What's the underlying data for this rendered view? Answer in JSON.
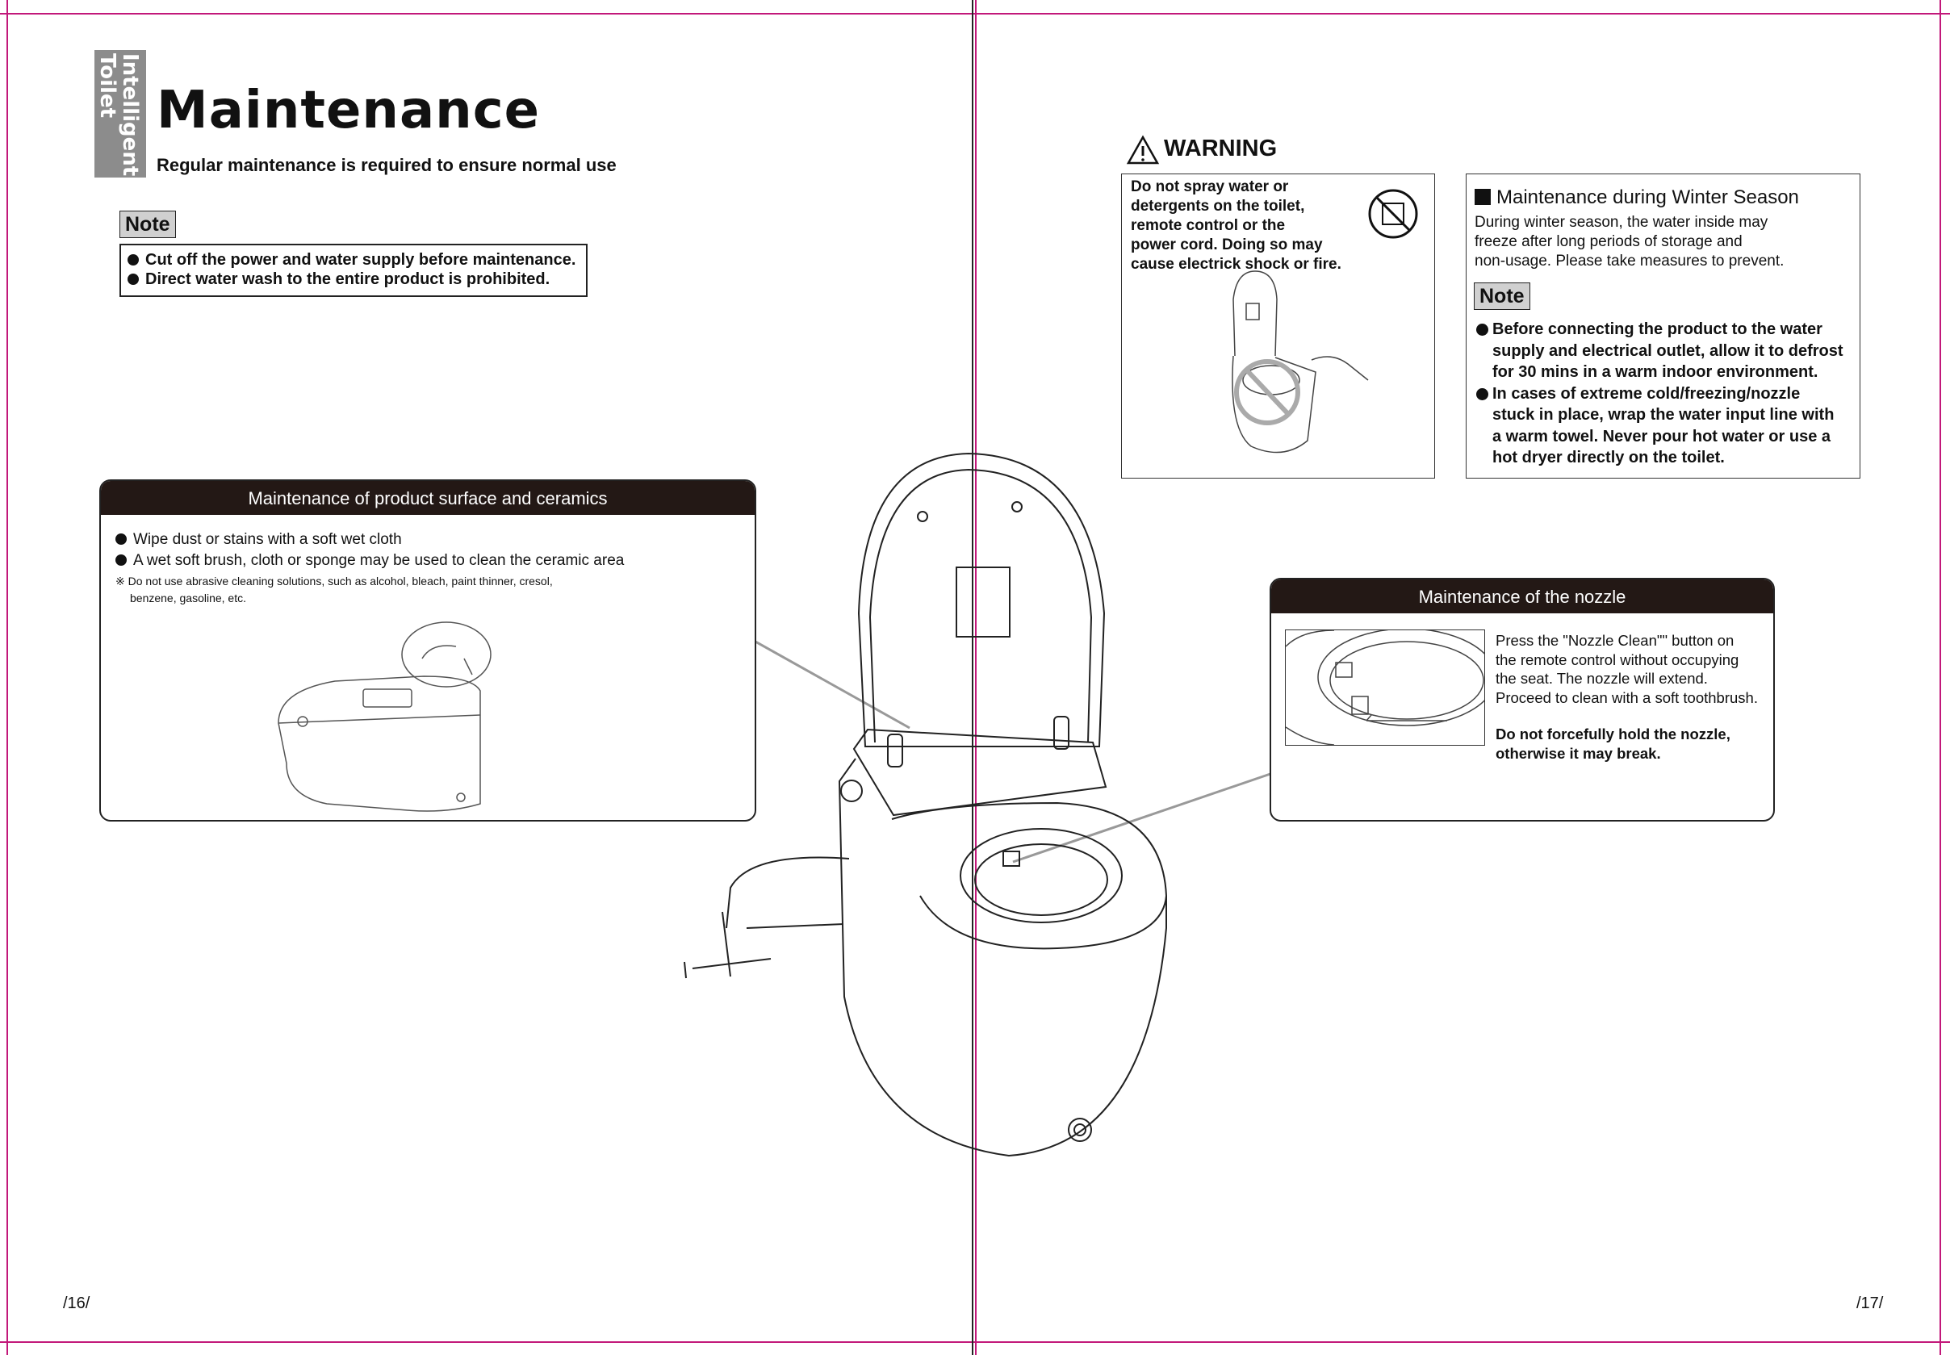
{
  "header": {
    "side_tab": "Intelligent Toilet",
    "title": "Maintenance",
    "subtitle": "Regular maintenance is required to ensure normal use"
  },
  "left_note": {
    "tag": "Note",
    "items": [
      "Cut off the power and water supply before maintenance.",
      "Direct water wash to the entire product is prohibited."
    ]
  },
  "surface_panel": {
    "title": "Maintenance of product surface and ceramics",
    "items": [
      "Wipe dust or stains with a soft wet cloth",
      "A wet soft brush, cloth or sponge may be used to clean the ceramic area"
    ],
    "caution_line1": "※ Do not use abrasive cleaning solutions, such as alcohol, bleach, paint thinner, cresol,",
    "caution_line2": "benzene, gasoline, etc."
  },
  "warning": {
    "title": "WARNING",
    "lines": [
      "Do not spray water or",
      "detergents on the toilet,",
      "remote control or the",
      "power cord. Doing so may",
      "cause electrick shock or fire."
    ]
  },
  "winter": {
    "title": "Maintenance during Winter Season",
    "lines": [
      "During winter season, the water inside may",
      "freeze after long periods of storage and",
      "non-usage. Please take measures to prevent."
    ],
    "note_tag": "Note",
    "note1": [
      "Before connecting the product to the water",
      "supply and electrical outlet, allow it to defrost",
      "for 30 mins in a warm indoor environment."
    ],
    "note2": [
      "In cases of extreme cold/freezing/nozzle",
      "stuck in place, wrap the water input line with",
      "a warm towel. Never pour hot water or use a",
      "hot dryer directly on the toilet."
    ]
  },
  "nozzle_panel": {
    "title": "Maintenance of the nozzle",
    "lines": [
      "Press the \"Nozzle Clean\"\" button on",
      "the remote control without occupying",
      "the seat. The nozzle will extend.",
      "Proceed to clean with a soft toothbrush."
    ],
    "warn_lines": [
      "Do not forcefully hold the nozzle,",
      "otherwise it may break."
    ]
  },
  "page_numbers": {
    "left": "/16/",
    "right": "/17/"
  },
  "colors": {
    "guide": "#c2187a",
    "panel_header": "#231815",
    "tab_bg": "#8c8c8c",
    "note_bg": "#d0d0d0"
  }
}
